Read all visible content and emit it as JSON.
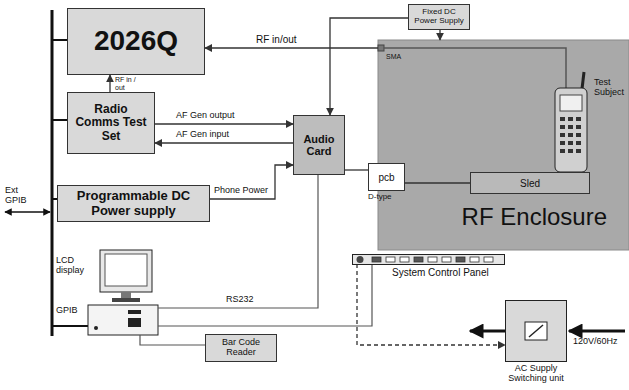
{
  "diagram": {
    "nodes": [
      {
        "text": [
          "2026Q"
        ]
      },
      {
        "text": [
          "Radio Comms Test Set"
        ]
      },
      {
        "text": [
          "Programmable DC Power supply"
        ]
      },
      {
        "text": [
          "Fixed DC Power Supply"
        ]
      },
      {
        "text": [
          "RF Enclosure"
        ]
      },
      {
        "text": [
          "pcb"
        ],
        "in": 4
      },
      {
        "text": [
          "Sled"
        ],
        "in": 4
      },
      {
        "text": [
          "Audio Card"
        ]
      },
      {
        "text": [
          "System Control Panel"
        ]
      },
      {
        "text": [
          "Bar Code Reader"
        ]
      },
      {
        "text": [
          "AC Supply Switching unit"
        ]
      }
    ],
    "edges": [
      {
        "from": 4,
        "to": 0,
        "label": "RF in/out",
        "arrow": "to"
      },
      {
        "from": 1,
        "to": 0,
        "label": "RF in / out",
        "arrow": "to"
      },
      {
        "from": 1,
        "to": 7,
        "label": "AF Gen output",
        "arrow": "to"
      },
      {
        "from": 7,
        "to": 1,
        "label": "AF Gen input",
        "arrow": "to"
      },
      {
        "from": 2,
        "to": 7,
        "label": "Phone Power",
        "arrow": "to"
      },
      {
        "from": 3,
        "to": 7,
        "arrow": "to"
      },
      {
        "from": 3,
        "to": 4,
        "arrow": "to"
      },
      {
        "from": 7,
        "to": 5,
        "arrow": "none"
      },
      {
        "from": 5,
        "to": 6,
        "arrow": "none"
      },
      {
        "from": 8,
        "to": 10,
        "arrow": "to"
      }
    ],
    "labels": [
      "SMA",
      "Test Subject",
      "D-type",
      "Ext GPIB",
      "LCD display",
      "GPIB",
      "RS232",
      "120V/60Hz"
    ]
  }
}
